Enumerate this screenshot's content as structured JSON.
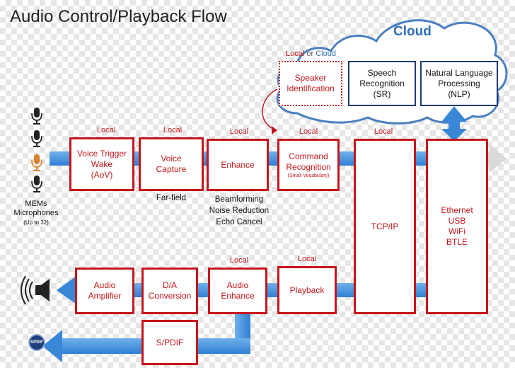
{
  "title": "Audio Control/Playback Flow",
  "cloud": {
    "title": "Cloud",
    "local_word": "Local",
    "or_word": "or",
    "cloud_word": "Cloud",
    "speaker_id": "Speaker Identification",
    "speech_recognition": [
      "Speech",
      "Recognition",
      "(SR)"
    ],
    "nlp": [
      "Natural Language",
      "Processing",
      "(NLP)"
    ]
  },
  "microphones": {
    "label_line1": "MEMs",
    "label_line2": "Microphones",
    "label_line3": "(Up to 32)",
    "colors": [
      "#222222",
      "#222222",
      "#d9822b",
      "#222222"
    ]
  },
  "top_row": [
    {
      "tag": "Local",
      "label": [
        "Voice Trigger",
        "Wake",
        "(AoV)"
      ]
    },
    {
      "tag": "Local",
      "label": [
        "Voice",
        "Capture"
      ],
      "caption": [
        "Far-field"
      ]
    },
    {
      "tag": "Local",
      "label": [
        "Enhance"
      ],
      "caption": [
        "Beamforming",
        "Noise Reduction",
        "Echo Cancel"
      ]
    },
    {
      "tag": "Local",
      "label": [
        "Command",
        "Recognition"
      ],
      "sublabel": "(Small Vocabulary)"
    }
  ],
  "tcp": {
    "tag": "Local",
    "label": "TCP/IP"
  },
  "ethernet": {
    "label": [
      "Ethernet",
      "USB",
      "WiFi",
      "BTLE"
    ]
  },
  "bottom_row": [
    {
      "label": [
        "Audio",
        "Amplifier"
      ]
    },
    {
      "label": [
        "D/A",
        "Conversion"
      ]
    },
    {
      "tag": "Local",
      "label": [
        "Audio",
        "Enhance"
      ]
    },
    {
      "tag": "Local",
      "label": [
        "Playback"
      ]
    }
  ],
  "spdif": {
    "label": "S/PDIF",
    "icon_text": "SPDIF"
  },
  "colors": {
    "red": "#c4161c",
    "arrow_blue": "#3a87d8",
    "arrow_light": "#a9cdf0",
    "cloud_border": "#4a7fc1",
    "navy": "#1f3a7a"
  }
}
